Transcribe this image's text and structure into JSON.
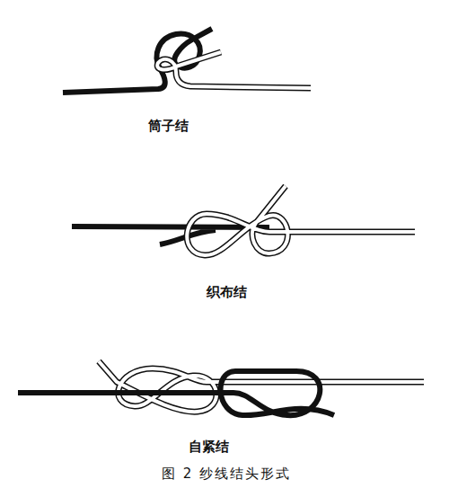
{
  "diagram": {
    "caption": "图 2 纱线结头形式",
    "labels": [
      "筒子结",
      "织布结",
      "自紧结"
    ]
  }
}
